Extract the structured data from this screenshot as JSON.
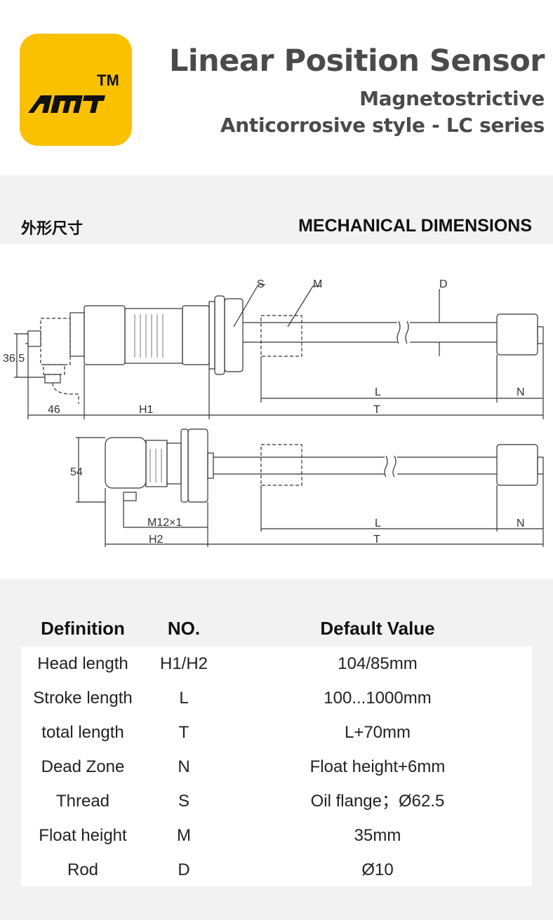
{
  "brand": {
    "logo_text": "AMT",
    "trademark": "TM",
    "logo_color": "#f9c100"
  },
  "header": {
    "title": "Linear Position Sensor",
    "subtitle1": "Magnetostrictive",
    "subtitle2": "Anticorrosive style - LC series"
  },
  "section": {
    "title_cn": "外形尺寸",
    "title_en": "MECHANICAL DIMENSIONS"
  },
  "drawing": {
    "labels": {
      "S": "S",
      "M": "M",
      "D": "D",
      "L": "L",
      "N": "N",
      "T": "T",
      "H1": "H1",
      "H2": "H2",
      "dim_36_5": "36.5",
      "dim_46": "46",
      "dim_54": "54",
      "thread": "M12×1"
    }
  },
  "table": {
    "headers": [
      "Definition",
      "NO.",
      "Default Value"
    ],
    "rows": [
      {
        "definition": "Head length",
        "no": "H1/H2",
        "value": "104/85mm"
      },
      {
        "definition": "Stroke length",
        "no": "L",
        "value": "100...1000mm"
      },
      {
        "definition": "total length",
        "no": "T",
        "value": "L+70mm"
      },
      {
        "definition": "Dead Zone",
        "no": "N",
        "value": "Float height+6mm"
      },
      {
        "definition": "Thread",
        "no": "S",
        "value": "Oil flange；Ø62.5"
      },
      {
        "definition": "Float height",
        "no": "M",
        "value": "35mm"
      },
      {
        "definition": "Rod",
        "no": "D",
        "value": "Ø10"
      }
    ]
  }
}
